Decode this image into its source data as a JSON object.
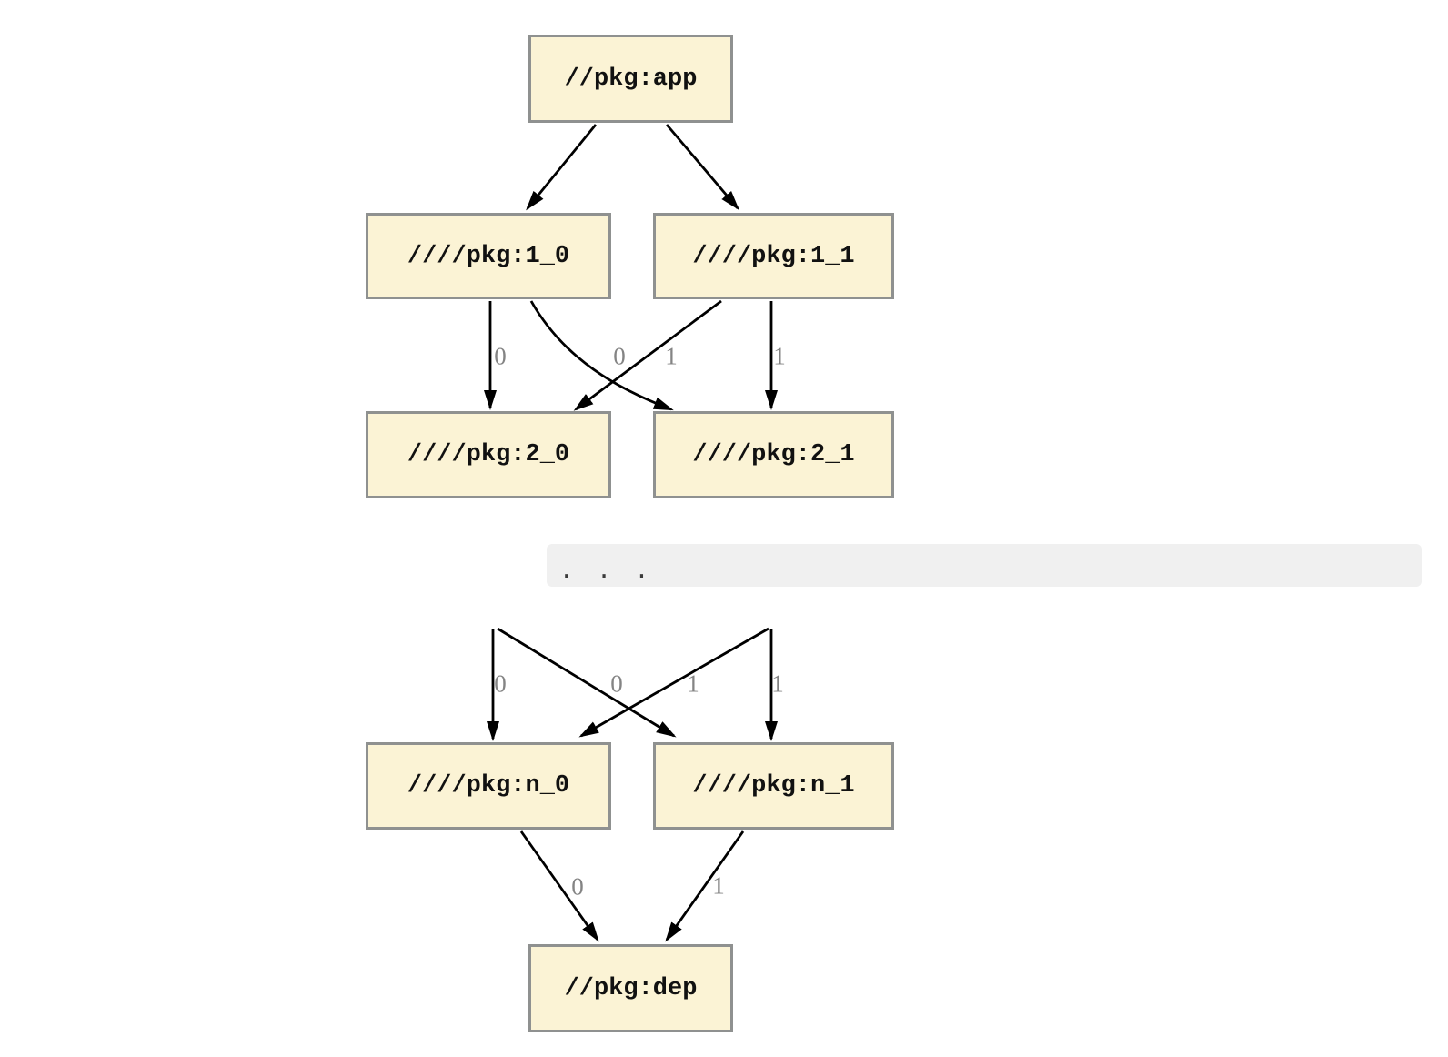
{
  "graph": {
    "type": "dependency-graph",
    "nodes": {
      "app": {
        "label": "//pkg:app"
      },
      "v1_0": {
        "label": "////pkg:1_0"
      },
      "v1_1": {
        "label": "////pkg:1_1"
      },
      "v2_0": {
        "label": "////pkg:2_0"
      },
      "v2_1": {
        "label": "////pkg:2_1"
      },
      "n_0": {
        "label": "////pkg:n_0"
      },
      "n_1": {
        "label": "////pkg:n_1"
      },
      "dep": {
        "label": "//pkg:dep"
      }
    },
    "ellipsis": ". . .",
    "edges": [
      {
        "from": "//pkg:app",
        "to": "////pkg:1_0",
        "label": ""
      },
      {
        "from": "//pkg:app",
        "to": "////pkg:1_1",
        "label": ""
      },
      {
        "from": "////pkg:1_0",
        "to": "////pkg:2_0",
        "label": "0"
      },
      {
        "from": "////pkg:1_0",
        "to": "////pkg:2_1",
        "label": "0"
      },
      {
        "from": "////pkg:1_1",
        "to": "////pkg:2_0",
        "label": "1"
      },
      {
        "from": "////pkg:1_1",
        "to": "////pkg:2_1",
        "label": "1"
      },
      {
        "from": "...",
        "to": "////pkg:n_0",
        "label": "0"
      },
      {
        "from": "...",
        "to": "////pkg:n_1",
        "label": "0"
      },
      {
        "from": "...",
        "to": "////pkg:n_0",
        "label": "1"
      },
      {
        "from": "...",
        "to": "////pkg:n_1",
        "label": "1"
      },
      {
        "from": "////pkg:n_0",
        "to": "//pkg:dep",
        "label": "0"
      },
      {
        "from": "////pkg:n_1",
        "to": "//pkg:dep",
        "label": "1"
      }
    ]
  },
  "colors": {
    "node_fill": "#FBF3D5",
    "node_border": "#8F9190",
    "node_text": "#111111",
    "edge_color": "#000000",
    "edge_label": "#848484",
    "band_bg": "#F0F0F0",
    "band_text": "#3B3B3B",
    "page_bg": "#FFFFFF"
  }
}
